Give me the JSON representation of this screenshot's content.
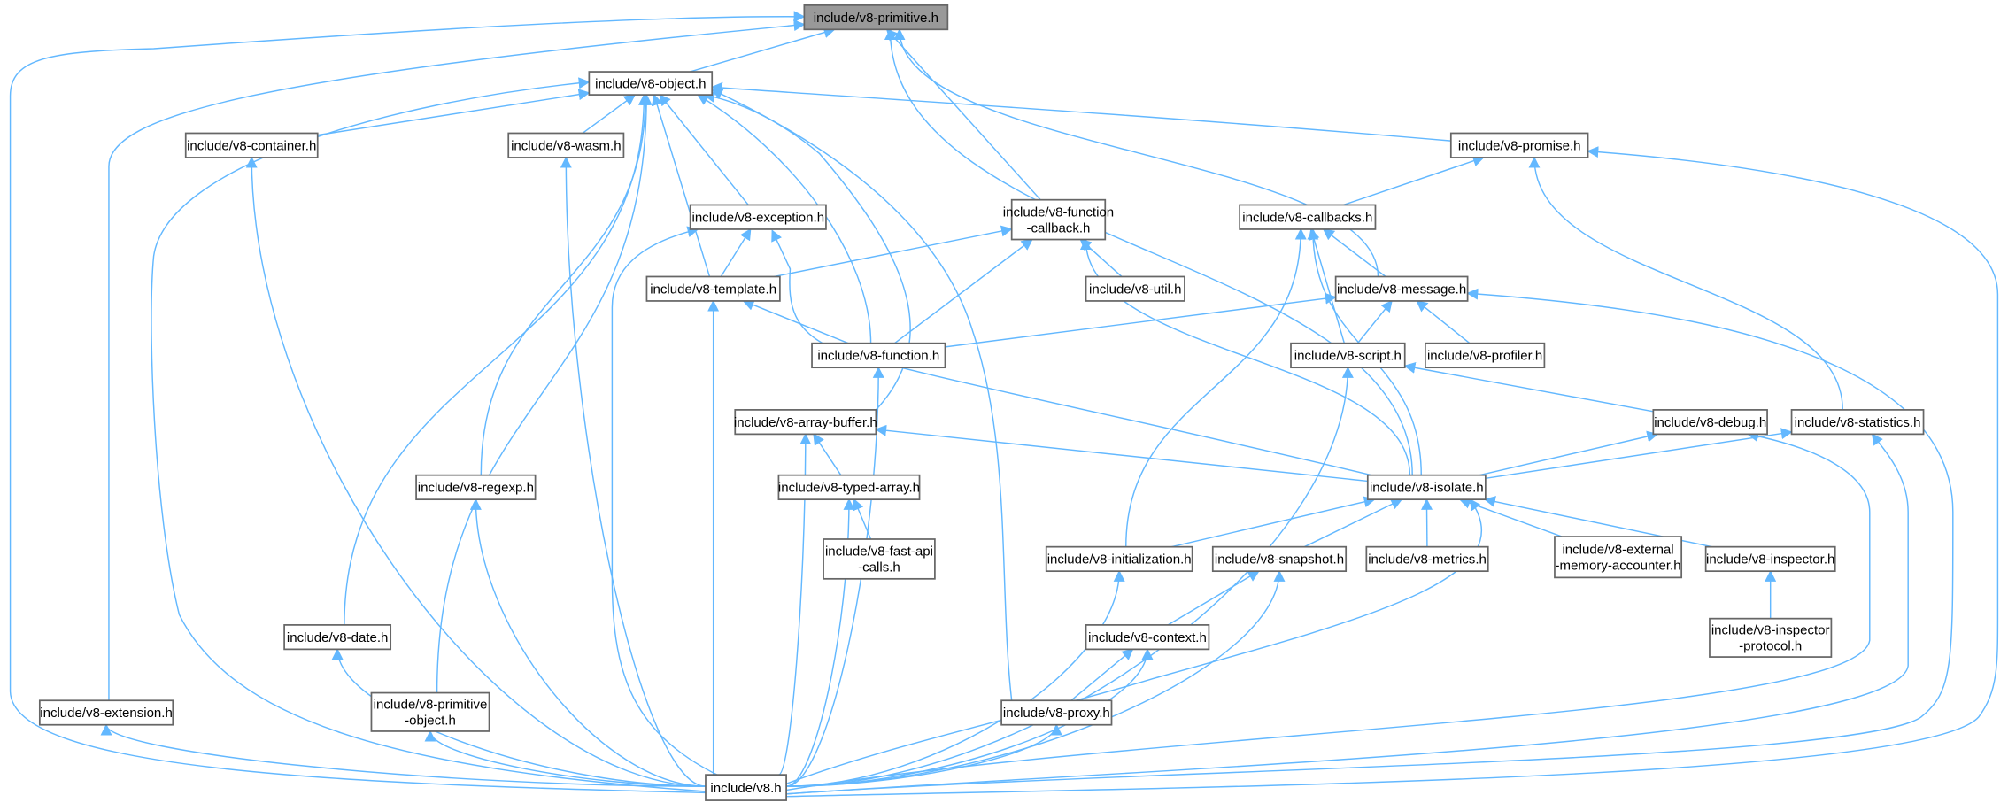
{
  "graph": {
    "edge_color": "#63b8ff",
    "highlight_fill": "#999999",
    "nodes": [
      {
        "lines": [
          "include/v8-primitive.h"
        ],
        "highlighted": true
      },
      {
        "lines": [
          "include/v8-object.h"
        ]
      },
      {
        "lines": [
          "include/v8-container.h"
        ]
      },
      {
        "lines": [
          "include/v8-wasm.h"
        ]
      },
      {
        "lines": [
          "include/v8-promise.h"
        ]
      },
      {
        "lines": [
          "include/v8-exception.h"
        ]
      },
      {
        "lines": [
          "include/v8-function",
          "-callback.h"
        ]
      },
      {
        "lines": [
          "include/v8-callbacks.h"
        ]
      },
      {
        "lines": [
          "include/v8-template.h"
        ]
      },
      {
        "lines": [
          "include/v8-util.h"
        ]
      },
      {
        "lines": [
          "include/v8-message.h"
        ]
      },
      {
        "lines": [
          "include/v8-function.h"
        ]
      },
      {
        "lines": [
          "include/v8-script.h"
        ]
      },
      {
        "lines": [
          "include/v8-profiler.h"
        ]
      },
      {
        "lines": [
          "include/v8-array-buffer.h"
        ]
      },
      {
        "lines": [
          "include/v8-debug.h"
        ]
      },
      {
        "lines": [
          "include/v8-statistics.h"
        ]
      },
      {
        "lines": [
          "include/v8-regexp.h"
        ]
      },
      {
        "lines": [
          "include/v8-typed-array.h"
        ]
      },
      {
        "lines": [
          "include/v8-isolate.h"
        ]
      },
      {
        "lines": [
          "include/v8-fast-api",
          "-calls.h"
        ]
      },
      {
        "lines": [
          "include/v8-initialization.h"
        ]
      },
      {
        "lines": [
          "include/v8-snapshot.h"
        ]
      },
      {
        "lines": [
          "include/v8-metrics.h"
        ]
      },
      {
        "lines": [
          "include/v8-external",
          "-memory-accounter.h"
        ]
      },
      {
        "lines": [
          "include/v8-inspector.h"
        ]
      },
      {
        "lines": [
          "include/v8-date.h"
        ]
      },
      {
        "lines": [
          "include/v8-context.h"
        ]
      },
      {
        "lines": [
          "include/v8-inspector",
          "-protocol.h"
        ]
      },
      {
        "lines": [
          "include/v8-extension.h"
        ]
      },
      {
        "lines": [
          "include/v8-primitive",
          "-object.h"
        ]
      },
      {
        "lines": [
          "include/v8-proxy.h"
        ]
      },
      {
        "lines": [
          "include/v8.h"
        ]
      }
    ],
    "edges": [
      [
        1,
        0
      ],
      [
        6,
        0
      ],
      [
        10,
        0
      ],
      [
        19,
        0
      ],
      [
        29,
        0
      ],
      [
        32,
        0
      ],
      [
        2,
        1
      ],
      [
        3,
        1
      ],
      [
        4,
        1
      ],
      [
        5,
        1
      ],
      [
        8,
        1
      ],
      [
        11,
        1
      ],
      [
        14,
        1
      ],
      [
        17,
        1
      ],
      [
        26,
        1
      ],
      [
        30,
        1
      ],
      [
        31,
        1
      ],
      [
        32,
        1
      ],
      [
        7,
        4
      ],
      [
        16,
        4
      ],
      [
        32,
        4
      ],
      [
        8,
        5
      ],
      [
        19,
        5
      ],
      [
        32,
        5
      ],
      [
        8,
        6
      ],
      [
        11,
        6
      ],
      [
        19,
        6
      ],
      [
        9,
        6
      ],
      [
        10,
        7
      ],
      [
        12,
        7
      ],
      [
        19,
        7
      ],
      [
        21,
        7
      ],
      [
        11,
        8
      ],
      [
        32,
        8
      ],
      [
        11,
        10
      ],
      [
        12,
        10
      ],
      [
        13,
        10
      ],
      [
        32,
        10
      ],
      [
        32,
        11
      ],
      [
        15,
        12
      ],
      [
        32,
        12
      ],
      [
        19,
        14
      ],
      [
        18,
        14
      ],
      [
        32,
        14
      ],
      [
        19,
        15
      ],
      [
        32,
        15
      ],
      [
        19,
        16
      ],
      [
        32,
        16
      ],
      [
        32,
        17
      ],
      [
        20,
        18
      ],
      [
        32,
        18
      ],
      [
        21,
        19
      ],
      [
        22,
        19
      ],
      [
        23,
        19
      ],
      [
        24,
        19
      ],
      [
        25,
        19
      ],
      [
        32,
        19
      ],
      [
        27,
        22
      ],
      [
        32,
        22
      ],
      [
        32,
        21
      ],
      [
        28,
        25
      ],
      [
        31,
        27
      ],
      [
        32,
        27
      ],
      [
        32,
        26
      ],
      [
        32,
        29
      ],
      [
        32,
        30
      ],
      [
        32,
        31
      ],
      [
        32,
        2
      ],
      [
        32,
        3
      ]
    ]
  }
}
